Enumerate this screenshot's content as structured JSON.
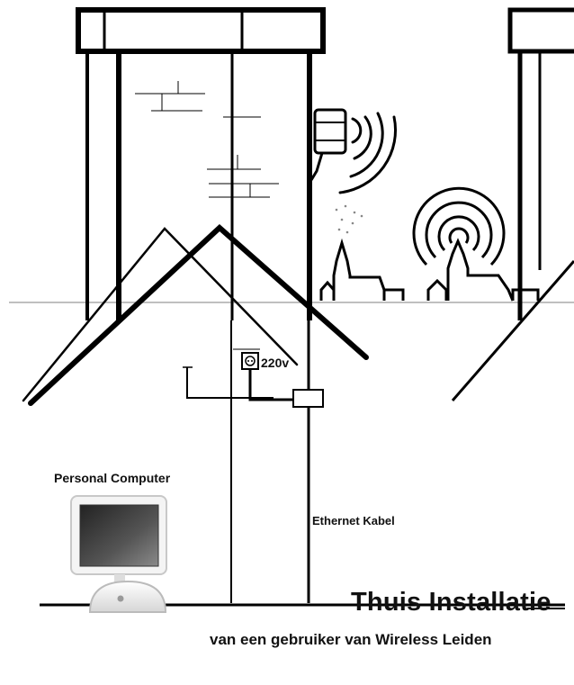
{
  "labels": {
    "computer": "Personal Computer",
    "voltage": "220v",
    "cable": "Ethernet Kabel",
    "title": "Thuis Installatie",
    "subtitle": "van een  gebruiker van Wireless Leiden"
  },
  "colors": {
    "line": "#000000",
    "ground": "#aaaaaa",
    "screen_dark": "#222222",
    "screen_light": "#8a8a8a",
    "case": "#eeeeee"
  },
  "icons": [
    "chimney",
    "roof",
    "antenna",
    "signal-waves",
    "church-tower",
    "power-socket",
    "poe-adapter",
    "computer-monitor"
  ]
}
